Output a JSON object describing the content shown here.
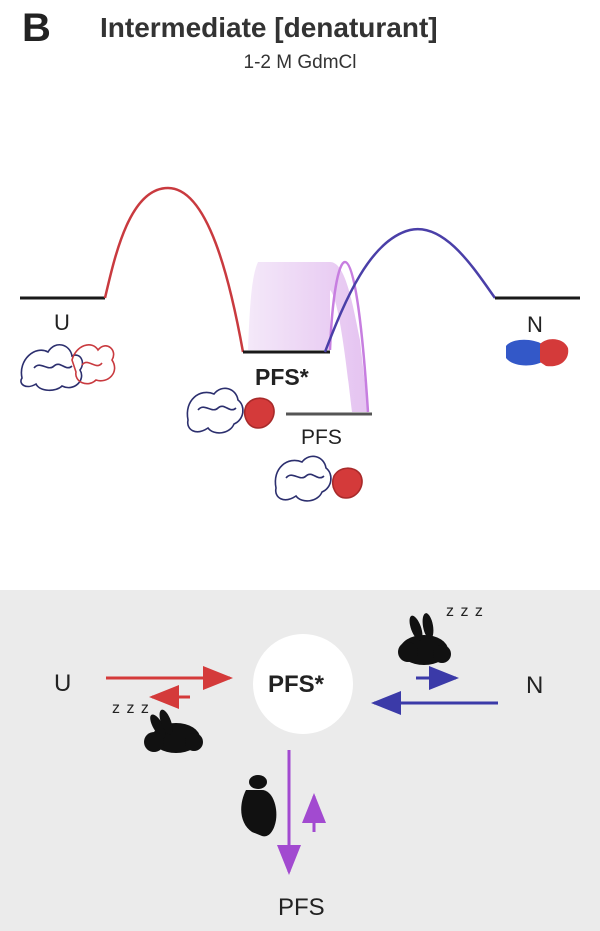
{
  "panel": {
    "letter": "B",
    "title": "Intermediate [denaturant]",
    "subtitle": "1-2 M GdmCl"
  },
  "energy_diagram": {
    "state_u": "U",
    "state_pfs_star": "PFS*",
    "state_pfs": "PFS",
    "state_n": "N",
    "colors": {
      "unfold_barrier": "#c93a3f",
      "fold_barrier": "#4a3fa8",
      "pfs_band": "#c77ee0",
      "baseline": "#1a1a1a"
    }
  },
  "kinetic_scheme": {
    "state_u": "U",
    "state_center": "PFS*",
    "state_n": "N",
    "state_pfs": "PFS",
    "sleep_left": "z z z",
    "sleep_right": "z z z",
    "icons": [
      "sleeping-rabbit-icon",
      "sleeping-rabbit-icon",
      "turtle-icon"
    ],
    "colors": {
      "red": "#d43a3a",
      "blue": "#3b3aa8",
      "purple": "#a24ad0"
    }
  }
}
